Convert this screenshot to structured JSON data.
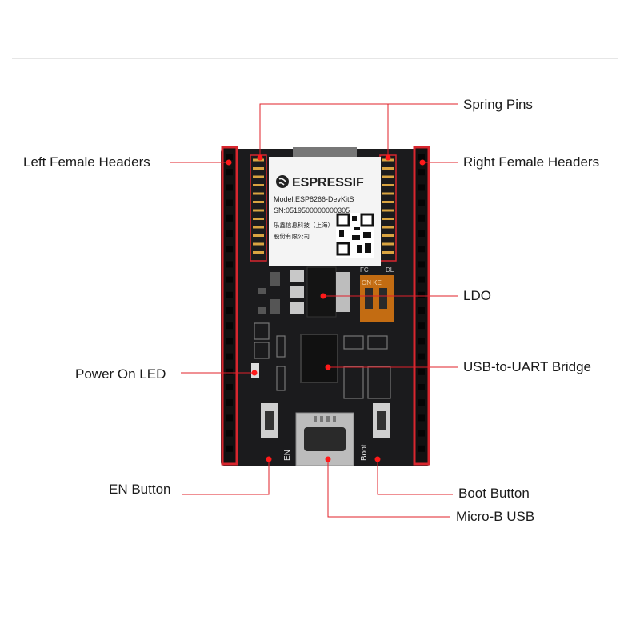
{
  "callouts": {
    "spring_pins": "Spring Pins",
    "left_female_headers": "Left Female Headers",
    "right_female_headers": "Right Female Headers",
    "ldo": "LDO",
    "usb_uart_bridge": "USB-to-UART Bridge",
    "power_on_led": "Power On LED",
    "en_button": "EN Button",
    "boot_button": "Boot Button",
    "micro_b_usb": "Micro-B USB"
  },
  "module": {
    "brand": "ESPRESSIF",
    "model": "Model:ESP8266-DevKitS",
    "serial": "SN:0519500000000305",
    "company_line1": "乐鑫信息科技（上海）",
    "company_line2": "股份有限公司"
  },
  "silkscreen": {
    "en": "EN",
    "boot": "Boot",
    "fc": "FC",
    "dl": "DL",
    "on_ke": "ON KE"
  },
  "colors": {
    "accent": "#e0202a",
    "board": "#1b1b1d",
    "header": "#e0202a"
  }
}
